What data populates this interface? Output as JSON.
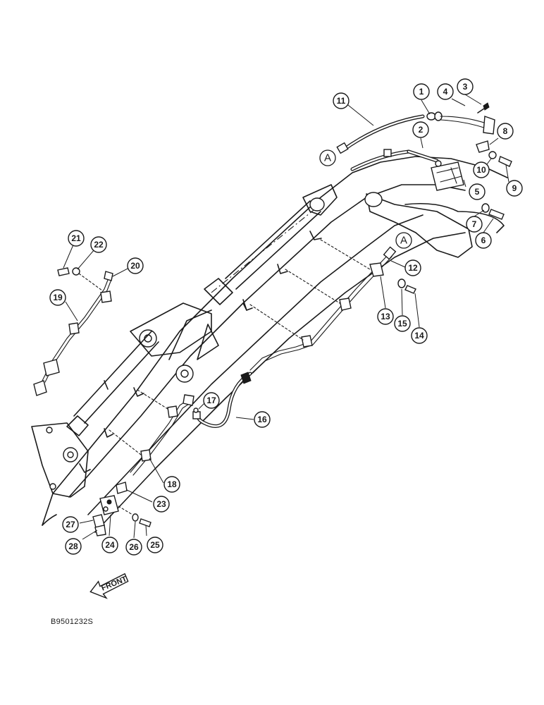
{
  "figure": {
    "drawing_id": "B9501232S",
    "direction_label": "FRONT",
    "reference_marks": [
      {
        "id": "A-upper",
        "label": "A"
      },
      {
        "id": "A-lower",
        "label": "A"
      }
    ],
    "callouts": [
      {
        "id": "c1",
        "label": "1"
      },
      {
        "id": "c2",
        "label": "2"
      },
      {
        "id": "c3",
        "label": "3"
      },
      {
        "id": "c4",
        "label": "4"
      },
      {
        "id": "c5",
        "label": "5"
      },
      {
        "id": "c6",
        "label": "6"
      },
      {
        "id": "c7",
        "label": "7"
      },
      {
        "id": "c8",
        "label": "8"
      },
      {
        "id": "c9",
        "label": "9"
      },
      {
        "id": "c10",
        "label": "10"
      },
      {
        "id": "c11",
        "label": "11"
      },
      {
        "id": "c12",
        "label": "12"
      },
      {
        "id": "c13",
        "label": "13"
      },
      {
        "id": "c14",
        "label": "14"
      },
      {
        "id": "c15",
        "label": "15"
      },
      {
        "id": "c16",
        "label": "16"
      },
      {
        "id": "c17",
        "label": "17"
      },
      {
        "id": "c18",
        "label": "18"
      },
      {
        "id": "c19",
        "label": "19"
      },
      {
        "id": "c20",
        "label": "20"
      },
      {
        "id": "c21",
        "label": "21"
      },
      {
        "id": "c22",
        "label": "22"
      },
      {
        "id": "c23",
        "label": "23"
      },
      {
        "id": "c24",
        "label": "24"
      },
      {
        "id": "c25",
        "label": "25"
      },
      {
        "id": "c26",
        "label": "26"
      },
      {
        "id": "c27",
        "label": "27"
      },
      {
        "id": "c28",
        "label": "28"
      }
    ]
  }
}
